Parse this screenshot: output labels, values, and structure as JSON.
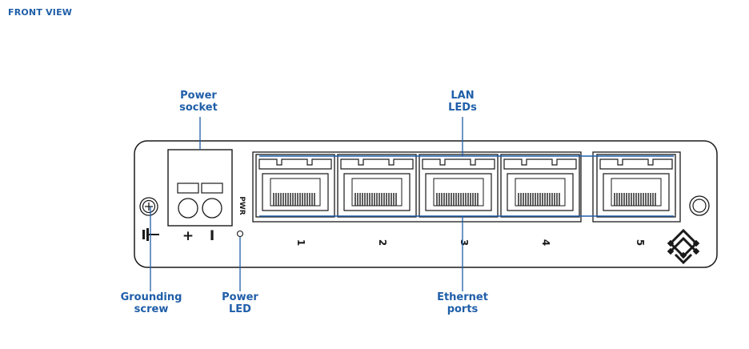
{
  "page_title": "FRONT VIEW",
  "callouts": {
    "power_socket": [
      "Power",
      "socket"
    ],
    "lan_leds": [
      "LAN",
      "LEDs"
    ],
    "grounding_screw": [
      "Grounding",
      "screw"
    ],
    "power_led": [
      "Power",
      "LED"
    ],
    "ethernet_ports": [
      "Ethernet",
      "ports"
    ]
  },
  "device": {
    "pwr_label": "PWR",
    "plus_label": "+",
    "minus_label": "I",
    "port_numbers": [
      "1",
      "2",
      "3",
      "4",
      "5"
    ]
  },
  "colors": {
    "accent": "#1f5ea8",
    "outline": "#1a1a1a"
  }
}
